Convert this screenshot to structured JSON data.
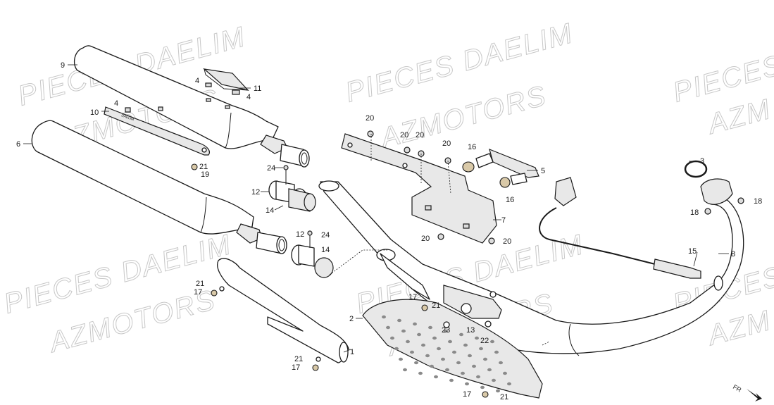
{
  "watermark": {
    "line1": "PIECES DAELIM",
    "line2": "AZMOTORS",
    "partial1": "PIECES",
    "partial2": "AZM"
  },
  "direction": {
    "label": "FR"
  },
  "bracket_text": "DAELIM",
  "callouts": {
    "c1": "1",
    "c2": "2",
    "c3": "3",
    "c4a": "4",
    "c4b": "4",
    "c4c": "4",
    "c5": "5",
    "c6": "6",
    "c7": "7",
    "c8": "8",
    "c9": "9",
    "c10": "10",
    "c11": "11",
    "c12a": "12",
    "c12b": "12",
    "c13": "13",
    "c14a": "14",
    "c14b": "14",
    "c15": "15",
    "c16a": "16",
    "c16b": "16",
    "c17a": "17",
    "c17b": "17",
    "c17c": "17",
    "c17d": "17",
    "c18a": "18",
    "c18b": "18",
    "c19": "19",
    "c20a": "20",
    "c20b": "20",
    "c20c": "20",
    "c20d": "20",
    "c20e": "20",
    "c20f": "20",
    "c21a": "21",
    "c21b": "21",
    "c21c": "21",
    "c21d": "21",
    "c21e": "21",
    "c22": "22",
    "c23": "23",
    "c24a": "24",
    "c24b": "24"
  }
}
